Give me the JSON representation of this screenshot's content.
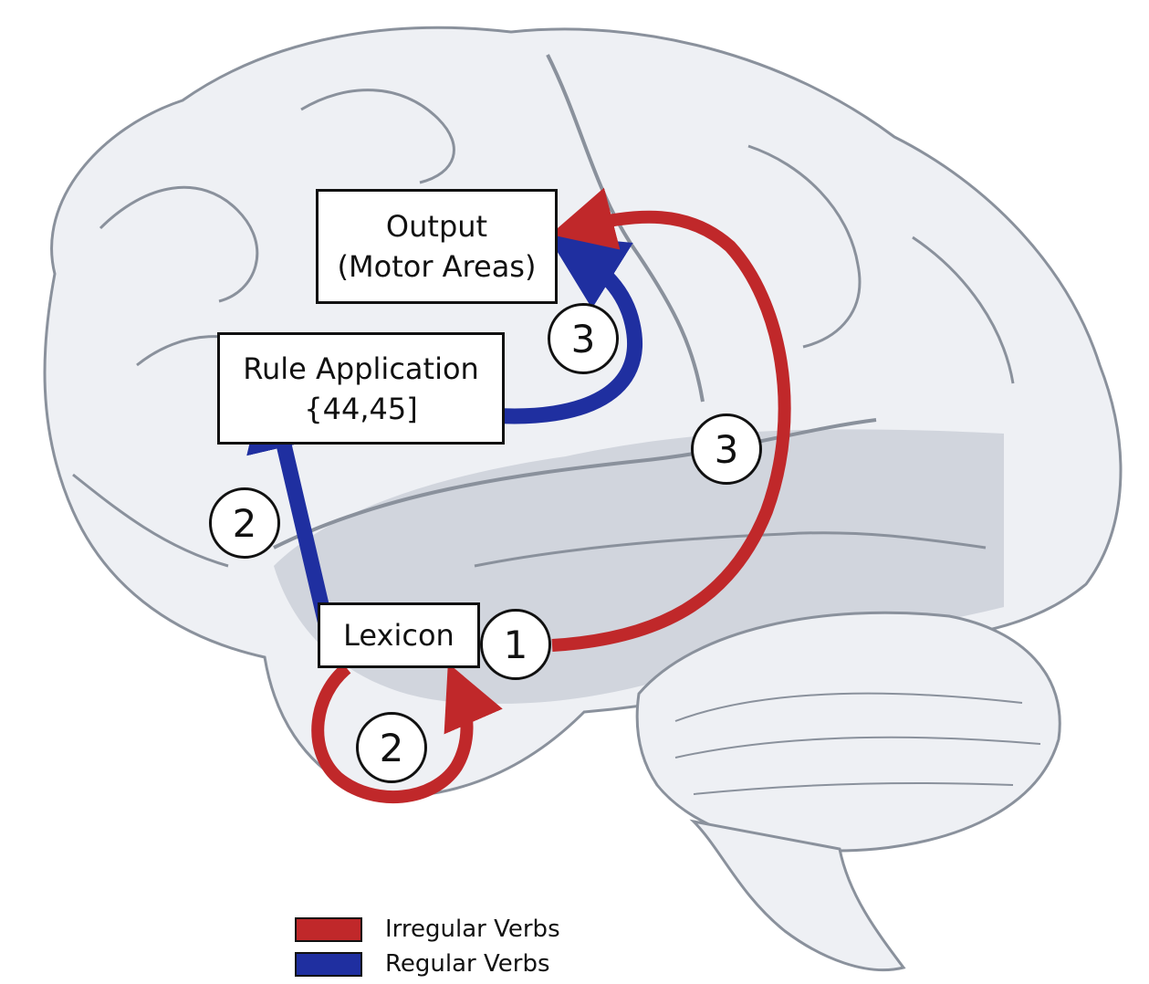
{
  "colors": {
    "irregular": "#c0282a",
    "regular": "#1f2fa0",
    "box_border": "#111111",
    "brain_fill": "#eef0f4",
    "brain_shade": "#cdd2da",
    "brain_line": "#8a919c"
  },
  "boxes": {
    "output": {
      "line1": "Output",
      "line2": "(Motor Areas)"
    },
    "rule": {
      "line1": "Rule Application",
      "line2": "{44,45]"
    },
    "lexicon": {
      "line1": "Lexicon"
    }
  },
  "badges": {
    "step1": "1",
    "step2_regular": "2",
    "step2_irregular": "2",
    "step3_regular": "3",
    "step3_irregular": "3"
  },
  "legend": {
    "irregular": "Irregular Verbs",
    "regular": "Regular Verbs"
  }
}
